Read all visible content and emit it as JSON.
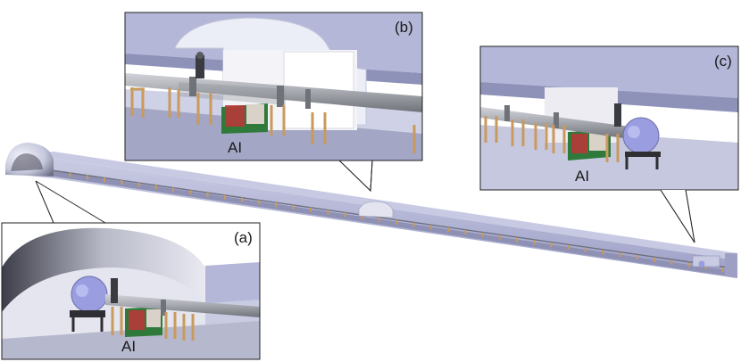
{
  "figure": {
    "panels": [
      {
        "id": "a",
        "letter": "(a)",
        "label": "AI"
      },
      {
        "id": "b",
        "letter": "(b)",
        "label": "AI"
      },
      {
        "id": "c",
        "letter": "(c)",
        "label": "AI"
      }
    ]
  },
  "colors": {
    "tunnel": "#b9bcd8",
    "tunnel_dark": "#8f93b8",
    "tunnel_light": "#d9dbee",
    "floor": "#a9abc2",
    "pipe": "#a8abb1",
    "pipe_dark": "#75787e",
    "stand": "#c99a5e",
    "vacuum_chamber": "#9a9ee0",
    "rack_green": "#2f7a3a",
    "rack_red": "#c0343a",
    "dome": "#e8e9f5"
  }
}
